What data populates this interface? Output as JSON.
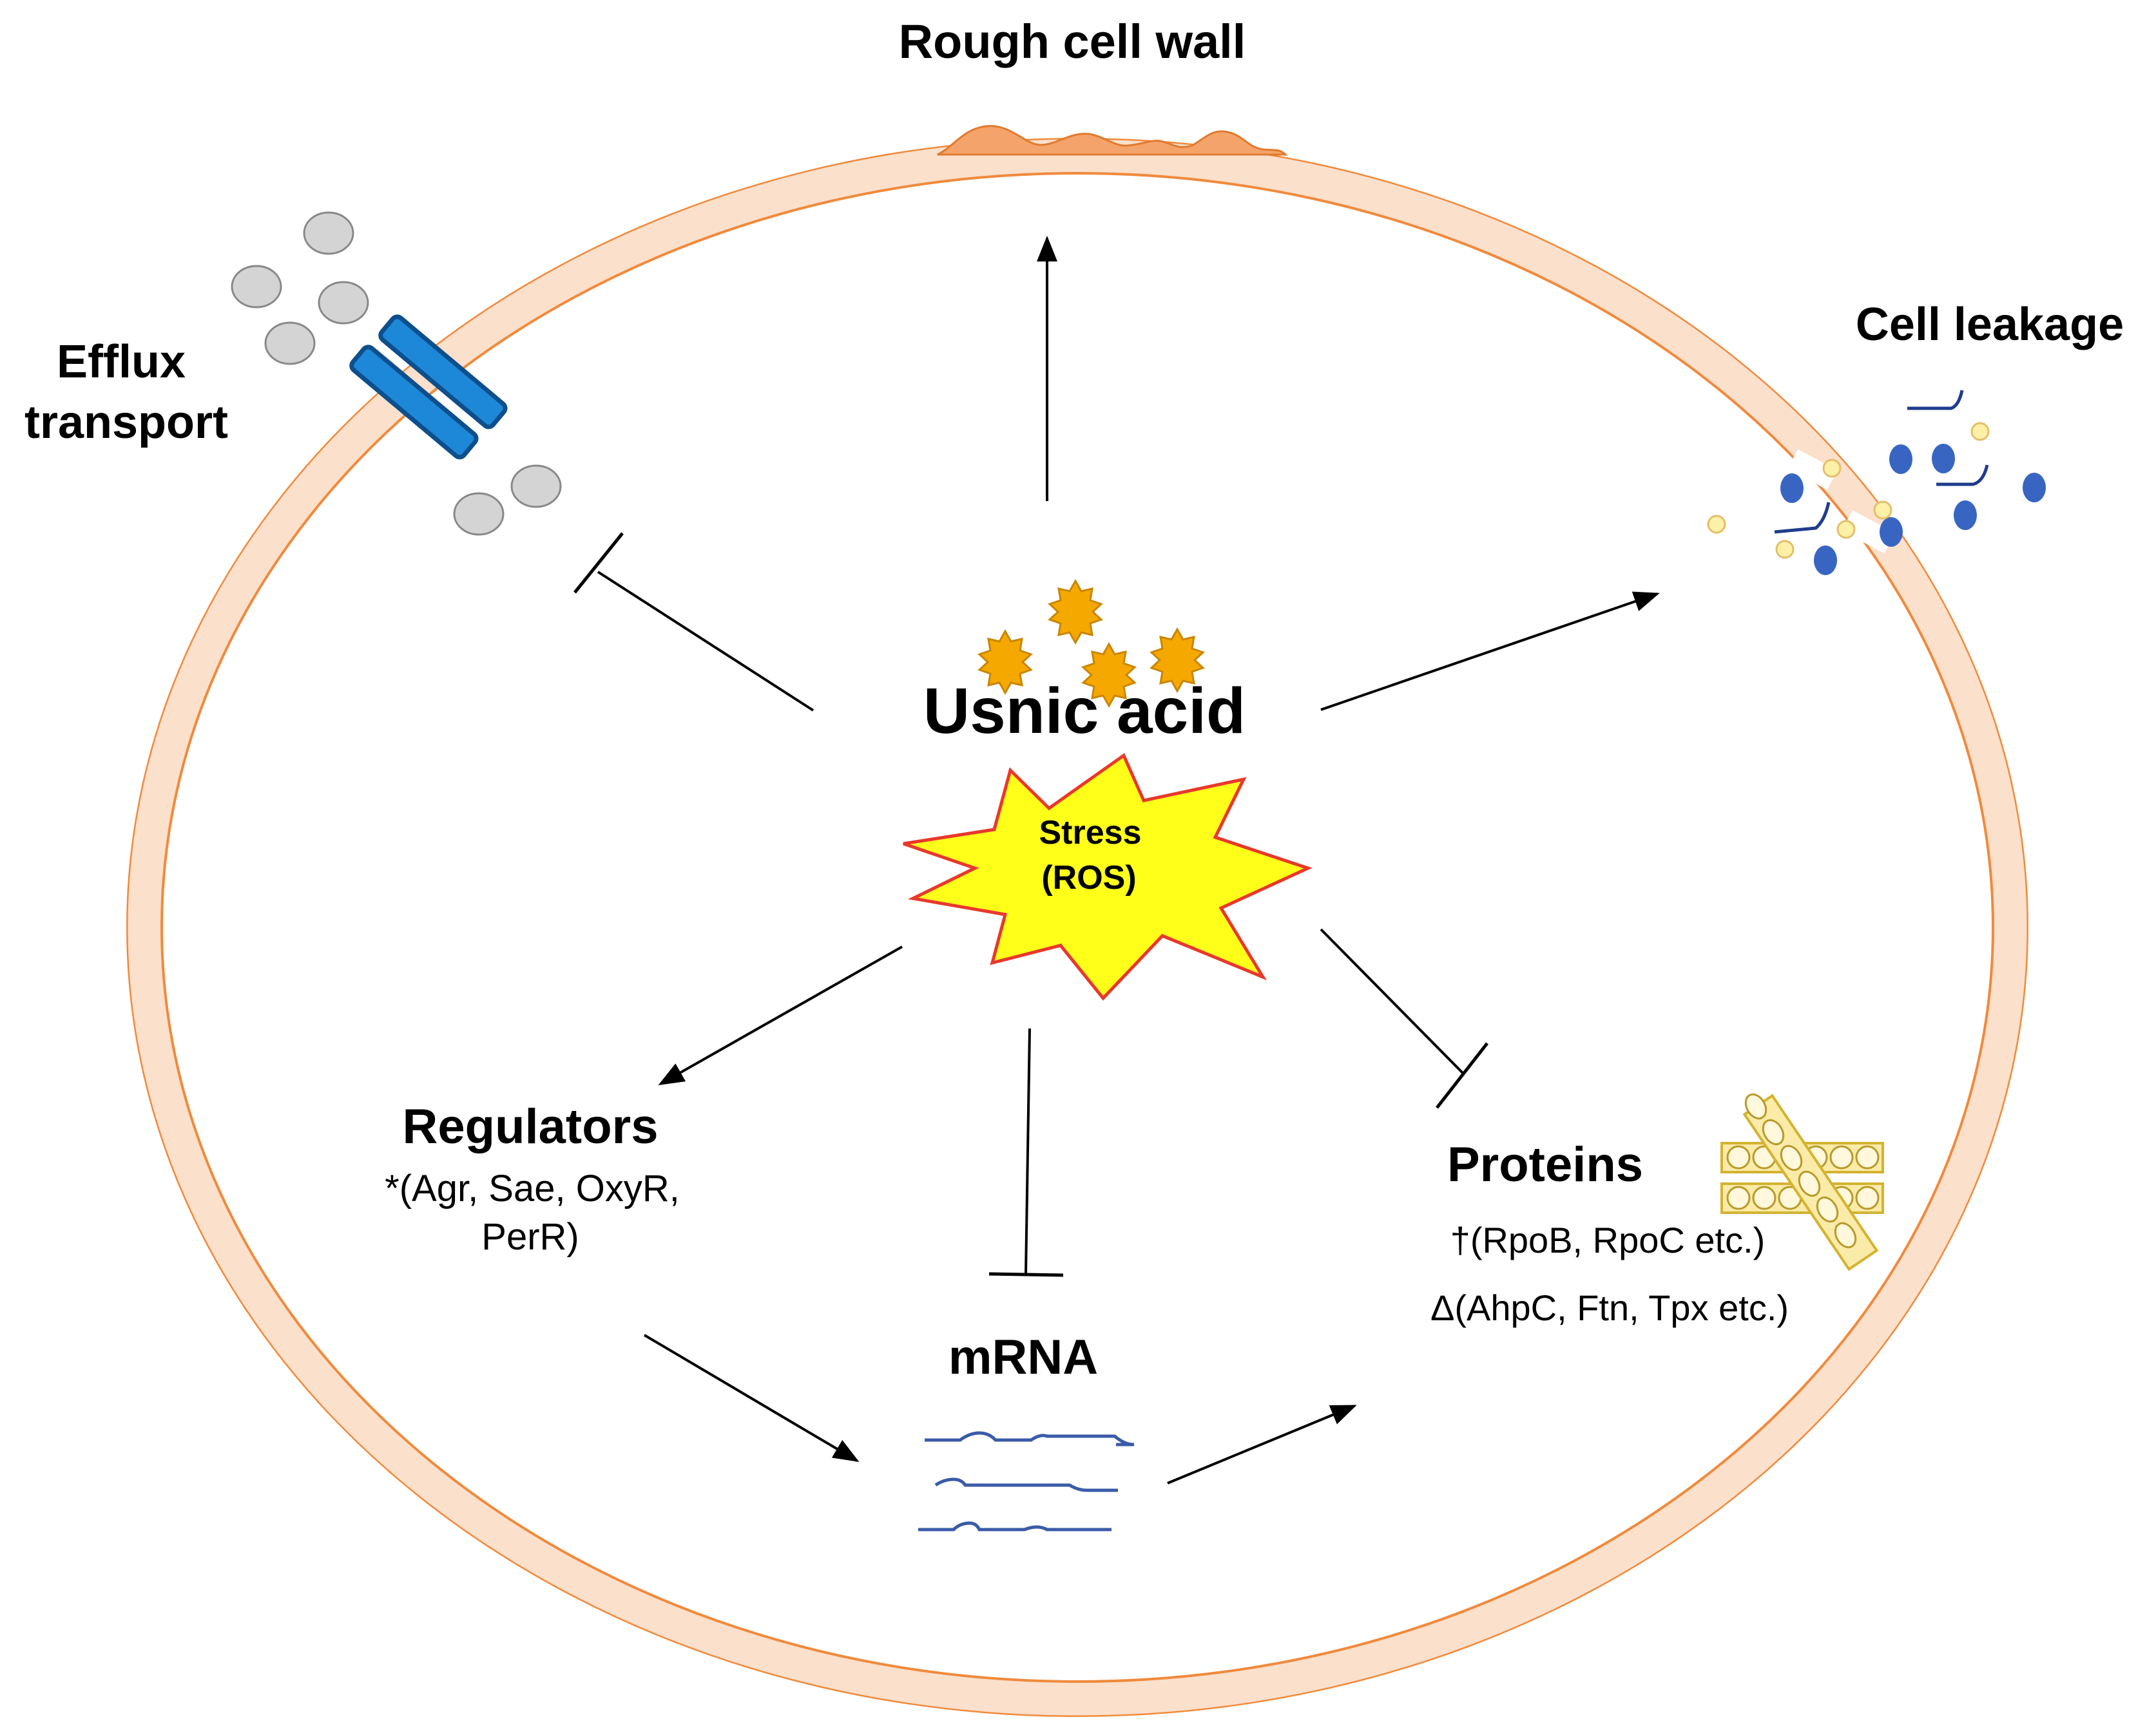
{
  "labels": {
    "rough_cell_wall": "Rough cell wall",
    "efflux_line1": "Efflux",
    "efflux_line2": "transport",
    "cell_leakage": "Cell leakage",
    "usnic_acid": "Usnic acid",
    "stress": "Stress",
    "ros": "(ROS)",
    "regulators": "Regulators",
    "regulators_detail1": "*(Agr, Sae, OxyR,",
    "regulators_detail2": "PerR)",
    "mrna": "mRNA",
    "proteins": "Proteins",
    "proteins_detail1": "†(RpoB, RpoC etc.)",
    "proteins_detail2": "Δ(AhpC, Ftn, Tpx etc.)"
  },
  "colors": {
    "membrane_fill": "#FBE0CC",
    "membrane_stroke": "#F08A3C",
    "ridge": "#F4A46A",
    "burst_fill": "#FFFF1A",
    "burst_stroke": "#E8382B",
    "star_fill": "#F5A800",
    "star_stroke": "#C98600",
    "transporter": "#1E88D8",
    "transporter_stroke": "#0D4F8C",
    "gray_particle": "#D4D4D4",
    "blue_particle": "#3865C2",
    "yellow_particle": "#FFF0A8",
    "rna_line": "#3A5BA8",
    "protein_fill": "#FBEBA8",
    "protein_stroke": "#D4B330",
    "arrow": "#000000"
  },
  "icons": [
    "usnic-acid-star-icon",
    "stress-burst-icon",
    "efflux-transporter-icon",
    "mrna-strand-icon",
    "protein-complex-icon",
    "leakage-particles-icon"
  ]
}
